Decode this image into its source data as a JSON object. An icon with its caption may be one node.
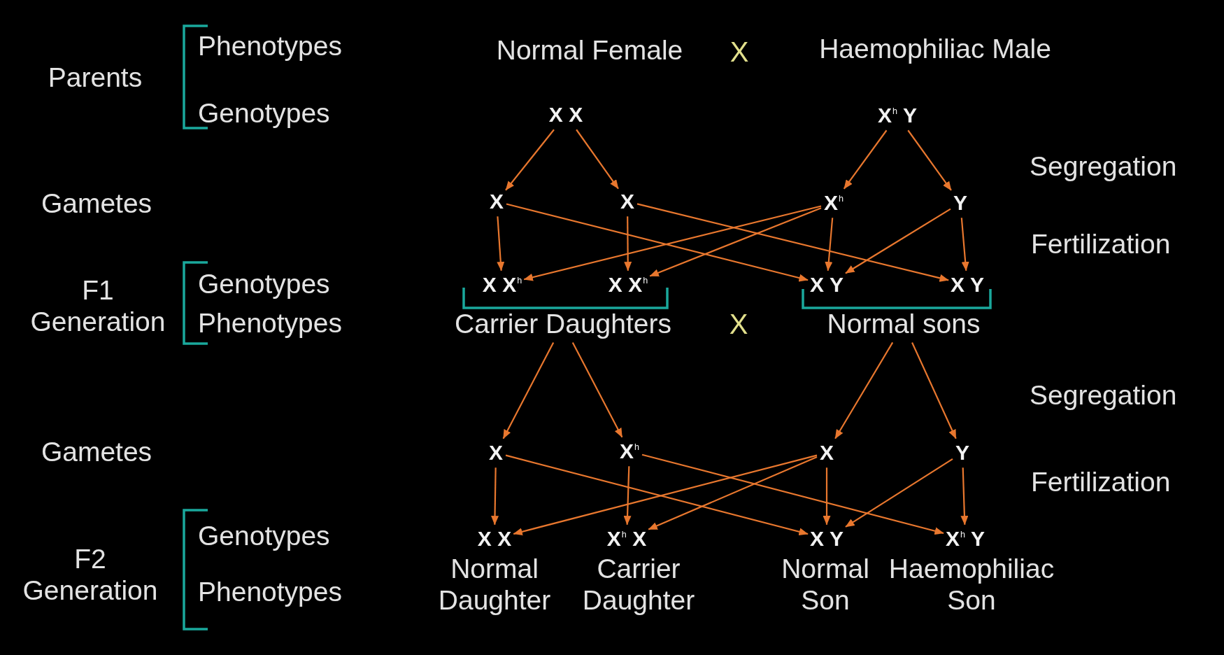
{
  "diagram": {
    "nodes": [
      {
        "text": [
          "X X"
        ]
      },
      {
        "text": [
          "X$^{h}$ Y"
        ]
      },
      {
        "text": [
          "X"
        ]
      },
      {
        "text": [
          "X"
        ]
      },
      {
        "text": [
          "X$^{h}$"
        ]
      },
      {
        "text": [
          "Y"
        ]
      },
      {
        "text": [
          "X X$^{h}$"
        ]
      },
      {
        "text": [
          "X X$^{h}$"
        ]
      },
      {
        "text": [
          "X Y"
        ]
      },
      {
        "text": [
          "X Y"
        ]
      },
      {
        "text": [
          "Carrier Daughters"
        ]
      },
      {
        "text": [
          "Normal sons"
        ]
      },
      {
        "text": [
          "X"
        ]
      },
      {
        "text": [
          "X$^{h}$"
        ]
      },
      {
        "text": [
          "X"
        ]
      },
      {
        "text": [
          "Y"
        ]
      },
      {
        "text": [
          "X X"
        ],
        "beside": [
          "Normal Daughter"
        ]
      },
      {
        "text": [
          "X$^{h}$ X"
        ],
        "beside": [
          "Carrier Daughter"
        ]
      },
      {
        "text": [
          "X Y"
        ],
        "beside": [
          "Normal Son"
        ]
      },
      {
        "text": [
          "X$^{h}$ Y"
        ],
        "beside": [
          "Haemophiliac Son"
        ]
      }
    ],
    "edges": [
      {
        "from": 0,
        "to": 2,
        "arrow": "to"
      },
      {
        "from": 0,
        "to": 3,
        "arrow": "to"
      },
      {
        "from": 1,
        "to": 4,
        "arrow": "to"
      },
      {
        "from": 1,
        "to": 5,
        "arrow": "to"
      },
      {
        "from": 2,
        "to": 6,
        "arrow": "to"
      },
      {
        "from": 2,
        "to": 8,
        "arrow": "to"
      },
      {
        "from": 3,
        "to": 7,
        "arrow": "to"
      },
      {
        "from": 3,
        "to": 9,
        "arrow": "to"
      },
      {
        "from": 4,
        "to": 6,
        "arrow": "to"
      },
      {
        "from": 4,
        "to": 7,
        "arrow": "to"
      },
      {
        "from": 4,
        "to": 8,
        "arrow": "to"
      },
      {
        "from": 5,
        "to": 8,
        "arrow": "to"
      },
      {
        "from": 5,
        "to": 9,
        "arrow": "to"
      },
      {
        "from": 10,
        "to": 12,
        "arrow": "to"
      },
      {
        "from": 10,
        "to": 13,
        "arrow": "to"
      },
      {
        "from": 11,
        "to": 14,
        "arrow": "to"
      },
      {
        "from": 11,
        "to": 15,
        "arrow": "to"
      },
      {
        "from": 12,
        "to": 16,
        "arrow": "to"
      },
      {
        "from": 12,
        "to": 18,
        "arrow": "to"
      },
      {
        "from": 13,
        "to": 17,
        "arrow": "to"
      },
      {
        "from": 13,
        "to": 19,
        "arrow": "to"
      },
      {
        "from": 14,
        "to": 16,
        "arrow": "to"
      },
      {
        "from": 14,
        "to": 17,
        "arrow": "to"
      },
      {
        "from": 14,
        "to": 18,
        "arrow": "to"
      },
      {
        "from": 15,
        "to": 18,
        "arrow": "to"
      },
      {
        "from": 15,
        "to": 19,
        "arrow": "to"
      }
    ],
    "labels": [
      "Phenotypes",
      "Normal Female",
      "X",
      "Haemophiliac Male",
      "Parents",
      "Genotypes",
      "Segregation",
      "Gametes",
      "Fertilization",
      "Genotypes",
      "F1 Generation",
      "Phenotypes",
      "X",
      "Segregation",
      "Gametes",
      "Fertilization",
      "Genotypes",
      "F2 Generation",
      "Phenotypes"
    ]
  }
}
